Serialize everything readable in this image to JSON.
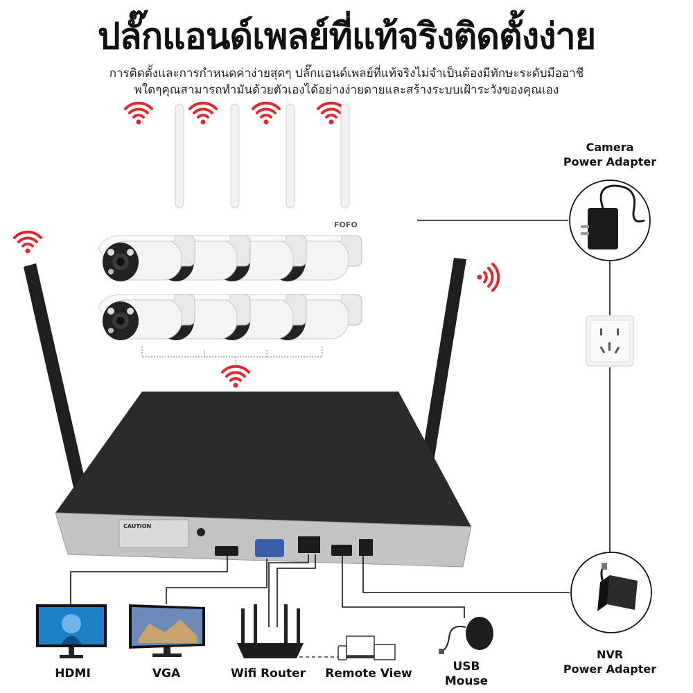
{
  "header": {
    "title": "ปลั๊กแอนด์เพลย์ที่แท้จริงติดตั้งง่าย",
    "subtitle_line1": "การติดตั้งและการกำหนดค่าง่ายสุดๆ ปลั๊กแอนด์เพลย์ที่แท้จริงไม่จำเป็นต้องมีทักษะระดับมืออาชี",
    "subtitle_line2": "พใดๆคุณสามารถทำมันด้วยตัวเองได้อย่างง่ายดายและสร้างระบบเฝ้าระวังของคุณเอง"
  },
  "labels": {
    "camera_adapter_line1": "Camera",
    "camera_adapter_line2": "Power Adapter",
    "nvr_adapter_line1": "NVR",
    "nvr_adapter_line2": "Power Adapter",
    "hdmi": "HDMI",
    "vga": "VGA",
    "router": "Wifi Router",
    "remote": "Remote View",
    "usb_line1": "USB",
    "usb_line2": "Mouse"
  },
  "device": {
    "camera_brand": "FOFO",
    "caution": "CAUTION",
    "camera_count": 8
  },
  "colors": {
    "wifi_signal": "#e0282d",
    "nvr_body": "#2b2b2b",
    "line": "#111111"
  }
}
